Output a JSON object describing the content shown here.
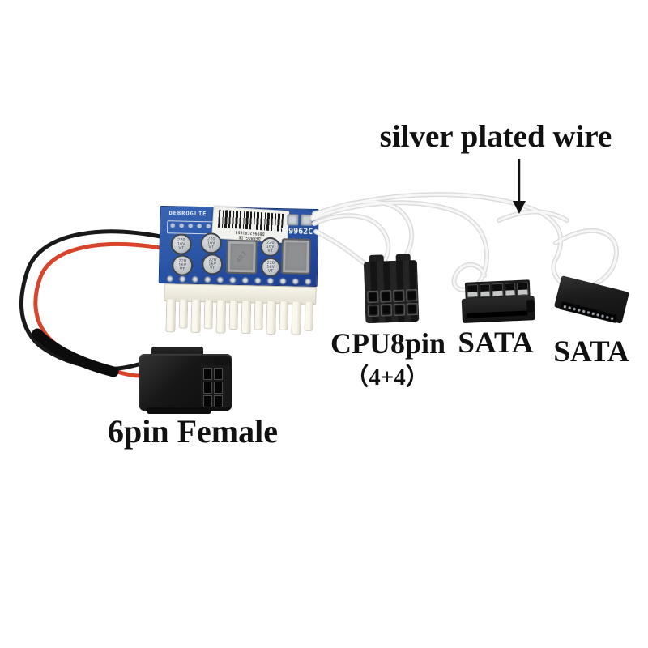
{
  "labels": {
    "silver_plated_wire": "silver plated wire",
    "cpu8pin": "CPU8pin",
    "cpu8pin_sub": "（4+4）",
    "sata_1": "SATA",
    "sata_2": "SATA",
    "six_pin_female": "6pin Female"
  },
  "board": {
    "brand": "DEBROGLIE",
    "model": "DB9962C",
    "sticker_brand": "DEBROGLIE",
    "sticker_serial": "DB9962C01054",
    "cap_marking": "220 16V VT",
    "inductor_marking": "4R7"
  },
  "icons": {
    "arrow_down": "↓ down-arrow pointing at silver plated wire"
  },
  "colors": {
    "pcb_blue": "#2b55a5",
    "wire_red": "#d9452c",
    "wire_black": "#191919",
    "wire_silver": "#ededed",
    "connector_black": "#171717",
    "atx_cream": "#f7f4ea",
    "label_color": "#111111",
    "background": "#ffffff"
  }
}
